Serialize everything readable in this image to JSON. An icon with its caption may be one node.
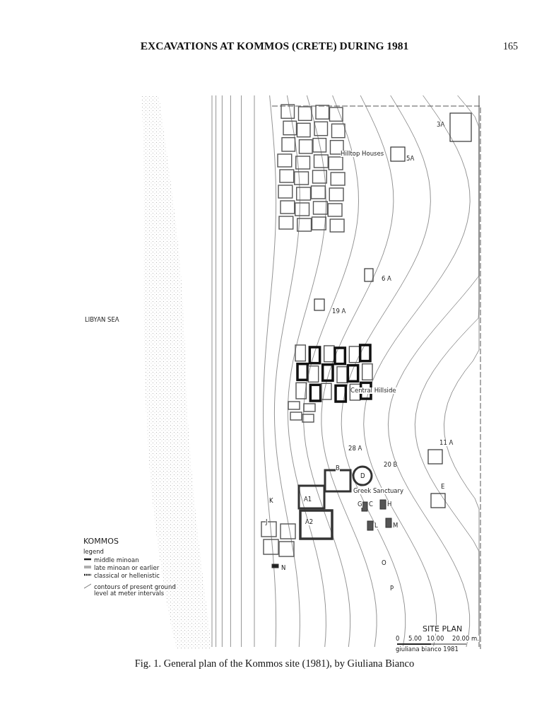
{
  "diagram": {
    "title": "EXCAVATIONS AT KOMMOS (CRETE) DURING 1981",
    "caption": "Fig. 1. General plan of the Kommos site (1981), by Giuliana Bianco",
    "labels": [
      "165",
      "LIBYAN SEA",
      "3A",
      "Hilltop Houses",
      "5A",
      "6 A",
      "19 A",
      "Central Hillside",
      "11 A",
      "28 A",
      "20 B",
      "B",
      "D",
      "E",
      "Greek Sanctuary",
      "K",
      "A1",
      "G",
      "C",
      "H",
      "J",
      "A2",
      "L",
      "M",
      "KOMMOS",
      "legend",
      "N",
      "O",
      "P",
      "SITE PLAN",
      "0",
      "5.00",
      "10.00",
      "20.00 m.",
      "giuliana bianco 1981"
    ],
    "legend": [
      {
        "text": "middle minoan"
      },
      {
        "text": "late minoan or earlier"
      },
      {
        "text": "classical or hellenistic"
      },
      {
        "text": "contours of present ground level at meter intervals"
      }
    ]
  }
}
